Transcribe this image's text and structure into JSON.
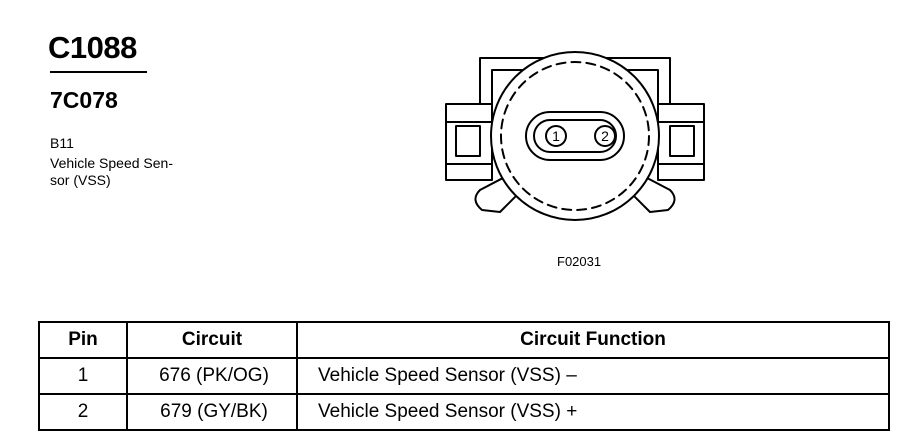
{
  "connector": {
    "id": "C1088",
    "part_number": "7C078",
    "location_code": "B11",
    "description_lines": [
      "Vehicle Speed Sen-",
      "sor (VSS)"
    ]
  },
  "figure": {
    "id": "F02031",
    "pin_labels": [
      "1",
      "2"
    ]
  },
  "table": {
    "headers": {
      "pin": "Pin",
      "circuit": "Circuit",
      "function": "Circuit Function"
    },
    "rows": [
      {
        "pin": "1",
        "circuit": "676 (PK/OG)",
        "function": "Vehicle Speed Sensor (VSS) –"
      },
      {
        "pin": "2",
        "circuit": "679 (GY/BK)",
        "function": "Vehicle Speed Sensor (VSS) +"
      }
    ]
  }
}
